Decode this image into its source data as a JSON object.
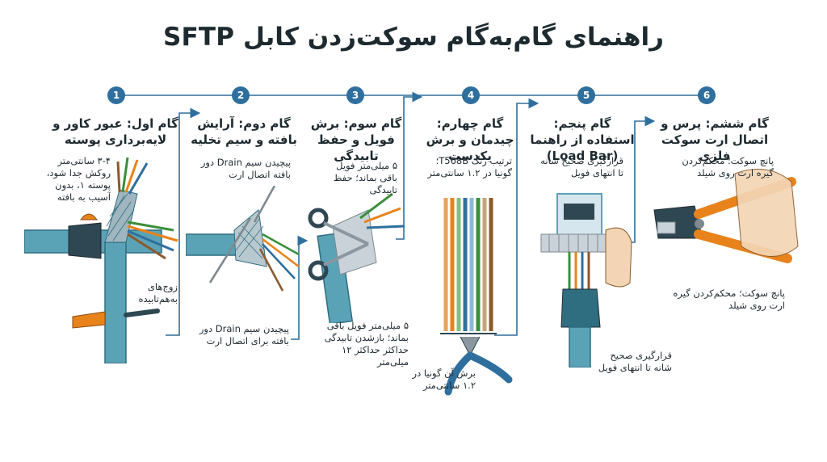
{
  "title": "راهنمای گام‌به‌گام سوکت‌زدن کابل SFTP",
  "colors": {
    "accent": "#2e6f9e",
    "cable": "#5aa3b7",
    "cable_dark": "#2f6d80",
    "orange": "#e8831c",
    "foil": "#b9c3ca"
  },
  "steps": [
    {
      "number": "1",
      "title": "گام اول: عبور کاور و لایه‌برداری پوسته",
      "notes": [
        "۳-۴ سانتی‌متر روکش جدا شود، پوسته ۱، بدون آسیب به بافته",
        "زوج‌های به‌هم‌تابیده"
      ]
    },
    {
      "number": "2",
      "title": "گام دوم: آرایش بافته و سیم تخلیه",
      "notes": [
        "پیچیدن سیم Drain دور بافته اتصال ارت",
        "پیچیدن سیم Drain دور بافته برای اتصال ارت"
      ]
    },
    {
      "number": "3",
      "title": "گام سوم: برش فویل و حفظ تابیدگی",
      "notes": [
        "۵ میلی‌متر فویل باقی بماند؛ حفظ تابیدگی",
        "۵ میلی‌متر فویل باقی بماند؛ بازشدن تابیدگی حداکثر حداکثر ۱۲ میلی‌متر"
      ]
    },
    {
      "number": "4",
      "title": "گام چهارم: چیدمان و برش یکدست",
      "notes": [
        "ترتیب رنگ T568B؛ گونیا در ۱.۲ سانتی‌متر",
        "برش آن گونیا در ۱.۲ سانتی‌متر"
      ]
    },
    {
      "number": "5",
      "title": "گام پنجم: استفاده از راهنما (Load Bar)",
      "notes": [
        "قرارگیری صحیح شانه تا انتهای فویل",
        "قرارگیری صحیح شانه تا انتهای فویل"
      ]
    },
    {
      "number": "6",
      "title": "گام ششم: پرس و اتصال ارت سوکت فلزی",
      "notes": [
        "پانچ سوکت؛ محکم‌کردن گیره ارت روی شیلد",
        "پانچ سوکت؛ محکم‌کردن گیره ارت روی شیلد"
      ]
    }
  ],
  "icons": [
    "rj45-plug-icon",
    "scissors-icon",
    "crimp-tool-icon",
    "pliers-icon",
    "hand-icon",
    "cable-boot-icon"
  ]
}
